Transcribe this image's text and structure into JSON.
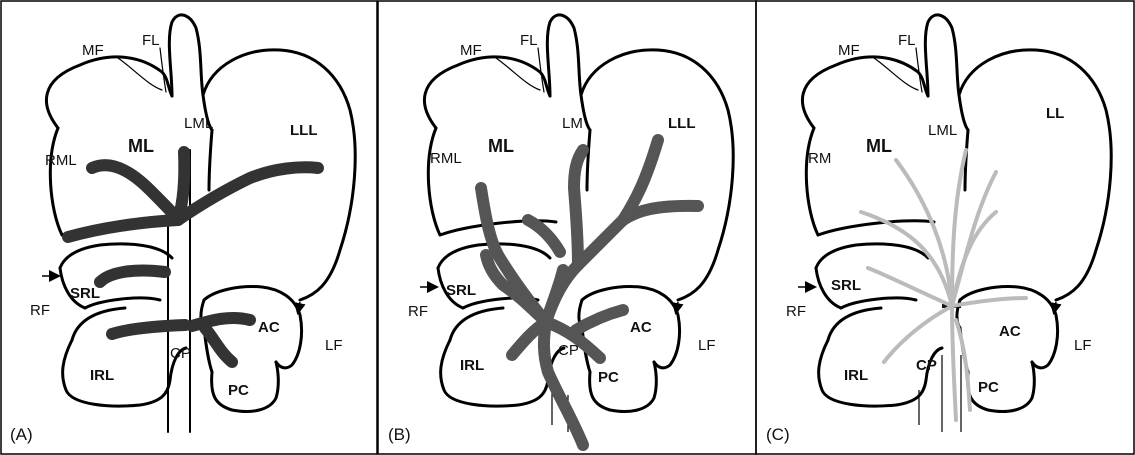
{
  "panels": [
    {
      "id": "A",
      "panel_label": "(A)",
      "labels": {
        "mf": "MF",
        "fl": "FL",
        "ml": "ML",
        "rml": "RML",
        "lml": "LML",
        "lll": "LLL",
        "srl": "SRL",
        "rf": "RF",
        "irl": "IRL",
        "cp": "CP",
        "pc": "PC",
        "ac": "AC",
        "lf": "LF"
      }
    },
    {
      "id": "B",
      "panel_label": "(B)",
      "labels": {
        "mf": "MF",
        "fl": "FL",
        "ml": "ML",
        "rml": "RML",
        "lml": "LM",
        "lll": "LLL",
        "srl": "SRL",
        "rf": "RF",
        "irl": "IRL",
        "cp": "CP",
        "pc": "PC",
        "ac": "AC",
        "lf": "LF"
      }
    },
    {
      "id": "C",
      "panel_label": "(C)",
      "labels": {
        "mf": "MF",
        "fl": "FL",
        "ml": "ML",
        "rml": "RM",
        "lml": "LML",
        "lll": "LL",
        "srl": "SRL",
        "rf": "RF",
        "irl": "IRL",
        "cp": "CP",
        "pc": "PC",
        "ac": "AC",
        "lf": "LF"
      }
    }
  ],
  "colors": {
    "vessel_a": "#333333",
    "vessel_b": "#555555",
    "vessel_c": "#bbbbbb",
    "outline": "#000000"
  }
}
